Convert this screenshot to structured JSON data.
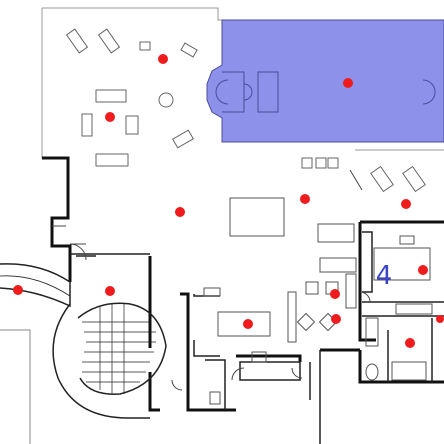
{
  "floor_plan": {
    "room_label": "4",
    "pool_color": "#8e91ea",
    "marker_color": "#ee1c1c",
    "label_color": "#3a44c8",
    "wall_color": "#111111",
    "markers": [
      "marker-1",
      "marker-2",
      "marker-3",
      "marker-4",
      "marker-5",
      "marker-6",
      "marker-7",
      "marker-8",
      "marker-9",
      "marker-10",
      "marker-11",
      "marker-12",
      "marker-13",
      "marker-14"
    ]
  }
}
